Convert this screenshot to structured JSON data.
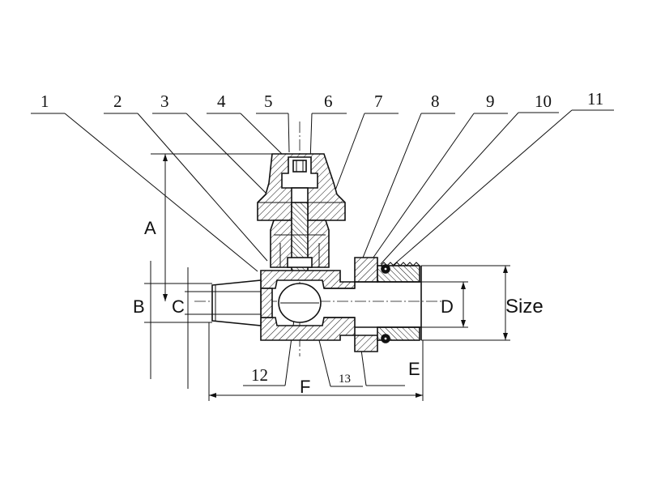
{
  "part_numbers": [
    "1",
    "2",
    "3",
    "4",
    "5",
    "6",
    "7",
    "8",
    "9",
    "10",
    "11",
    "12",
    "13"
  ],
  "dimension_labels": {
    "A": "A",
    "B": "B",
    "C": "C",
    "D": "D",
    "E": "E",
    "F": "F",
    "size": "Size"
  },
  "colors": {
    "line": "#111111",
    "background": "#ffffff"
  }
}
